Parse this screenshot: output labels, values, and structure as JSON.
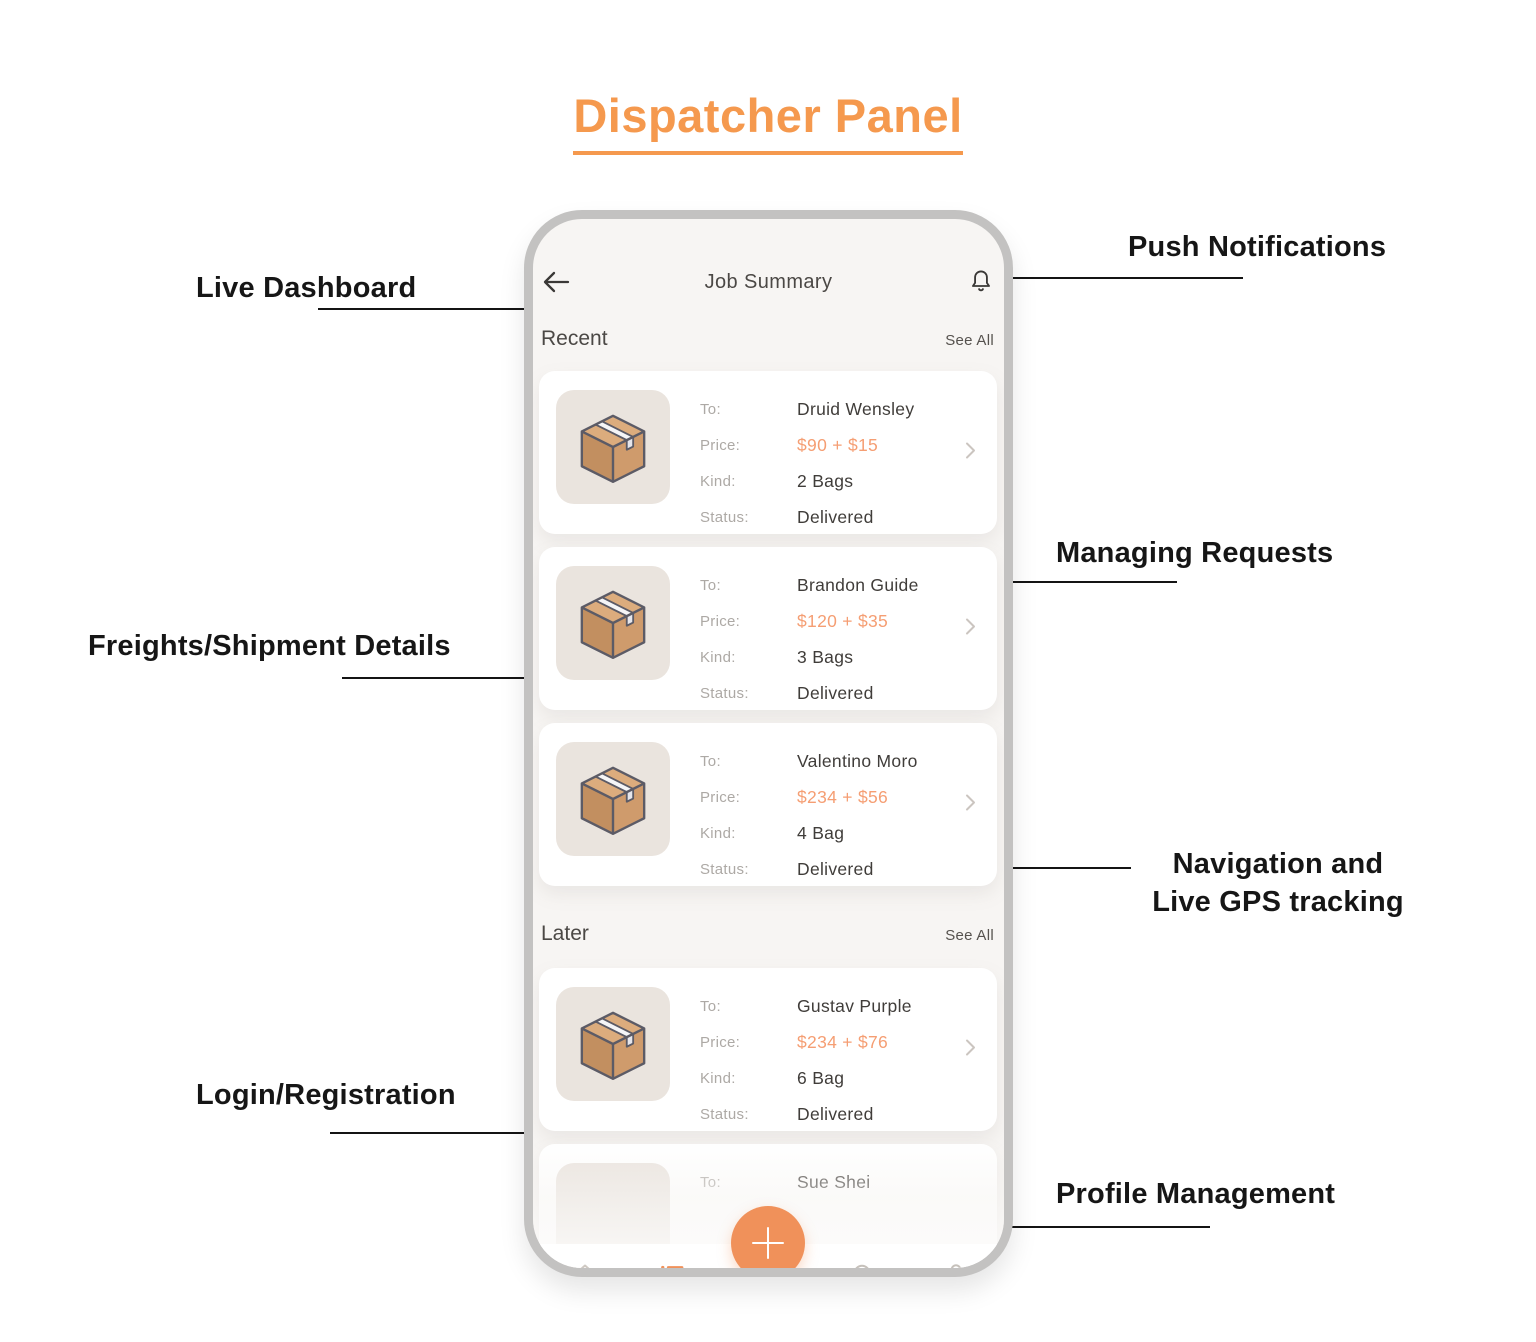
{
  "title": "Dispatcher Panel",
  "annotations": {
    "push_notifications": "Push Notifications",
    "live_dashboard": "Live Dashboard",
    "managing_requests": "Managing Requests",
    "freights_shipment_details": "Freights/Shipment Details",
    "navigation_gps_line1": "Navigation and",
    "navigation_gps_line2": "Live GPS tracking",
    "login_registration": "Login/Registration",
    "profile_management": "Profile Management"
  },
  "phone": {
    "header": {
      "title": "Job Summary",
      "back_icon": "arrow-left-icon",
      "notification_icon": "bell-icon"
    },
    "sections": {
      "recent": {
        "heading": "Recent",
        "see_all": "See All"
      },
      "later": {
        "heading": "Later",
        "see_all": "See All"
      }
    },
    "field_labels": {
      "to": "To:",
      "price": "Price:",
      "kind": "Kind:",
      "status": "Status:"
    },
    "jobs": [
      {
        "to": "Druid Wensley",
        "price": "$90 + $15",
        "kind": "2 Bags",
        "status": "Delivered"
      },
      {
        "to": "Brandon Guide",
        "price": "$120 + $35",
        "kind": "3 Bags",
        "status": "Delivered"
      },
      {
        "to": "Valentino Moro",
        "price": "$234 + $56",
        "kind": "4 Bag",
        "status": "Delivered"
      },
      {
        "to": "Gustav Purple",
        "price": "$234 + $76",
        "kind": "6 Bag",
        "status": "Delivered"
      },
      {
        "to": "Sue Shei"
      }
    ],
    "bottom_nav": {
      "icons": [
        "home-icon",
        "orders-list-icon",
        "add-plus-fab",
        "location-pin-icon",
        "profile-icon"
      ],
      "active": "orders-list-icon"
    }
  },
  "colors": {
    "accent_orange": "#F5994E",
    "price_orange": "#F59E73",
    "fab_orange": "#F0915A",
    "phone_frame": "#C3C2C1",
    "screen_bg": "#F7F5F3",
    "thumb_bg": "#EAE4DE",
    "text_dark": "#403D3A",
    "text_muted": "#ADA9A5",
    "annotation_text": "#161616"
  }
}
